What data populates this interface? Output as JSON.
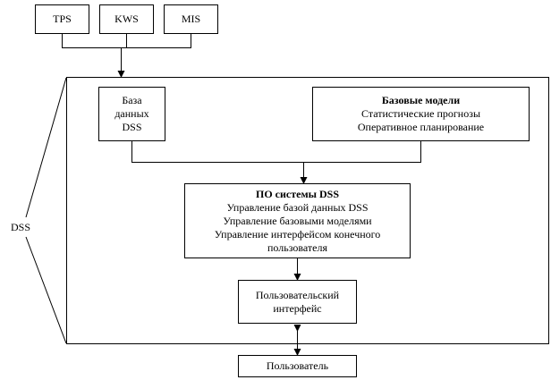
{
  "sources": [
    "TPS",
    "KWS",
    "MIS"
  ],
  "system_label": "DSS",
  "database": [
    "База",
    "данных",
    "DSS"
  ],
  "models": {
    "title": "Базовые модели",
    "lines": [
      "Статистические прогнозы",
      "Оперативное планирование"
    ]
  },
  "software": {
    "title": "ПО системы DSS",
    "lines": [
      "Управление базой данных DSS",
      "Управление базовыми моделями",
      "Управление интерфейсом конечного",
      "пользователя"
    ]
  },
  "ui": [
    "Пользовательский",
    "интерфейс"
  ],
  "user": "Пользователь"
}
